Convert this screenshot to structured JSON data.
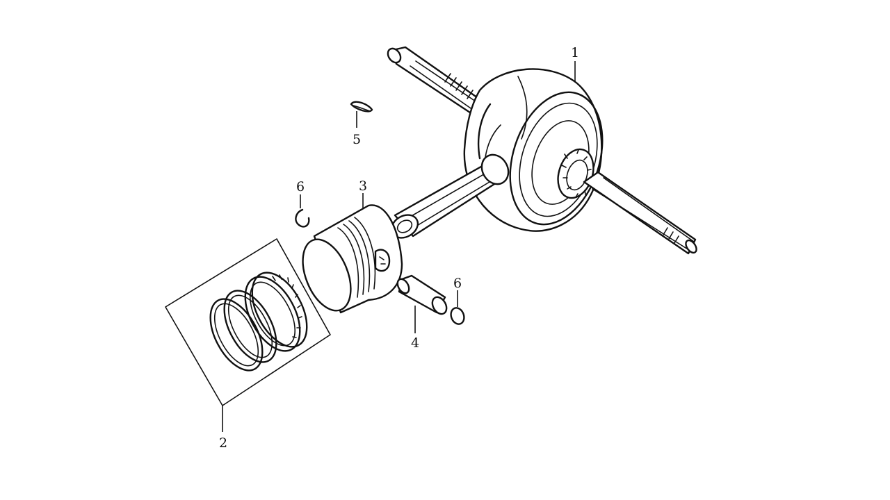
{
  "callouts": {
    "crankshaft": "1",
    "ring_set": "2",
    "piston": "3",
    "piston_pin": "4",
    "key": "5",
    "clip_left": "6",
    "clip_right": "6"
  },
  "colors": {
    "ink": "#111111",
    "background": "#ffffff"
  }
}
